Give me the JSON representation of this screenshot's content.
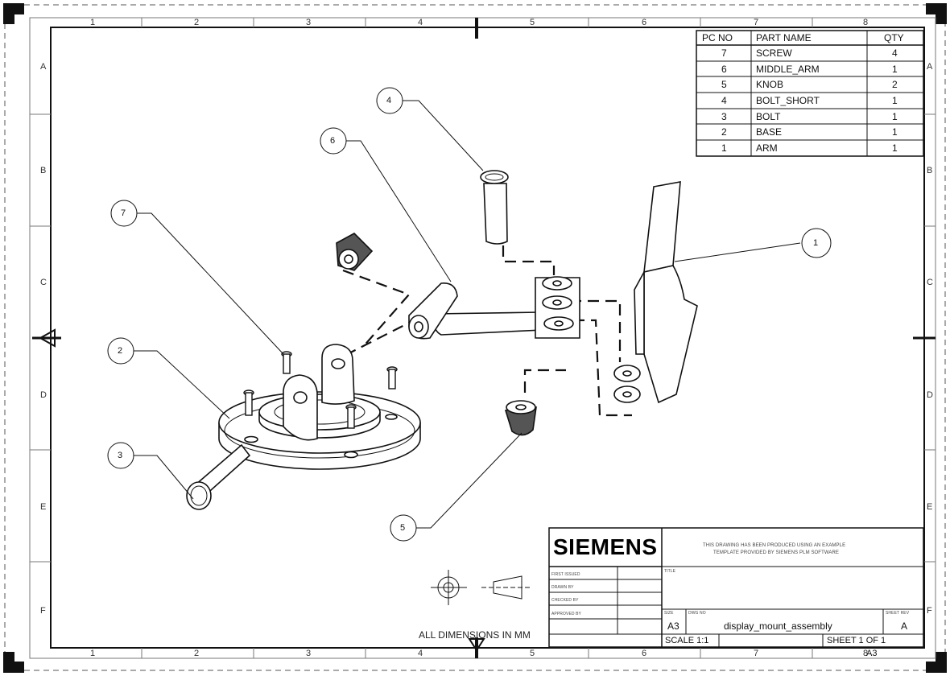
{
  "zones": {
    "columns": [
      "1",
      "2",
      "3",
      "4",
      "5",
      "6",
      "7",
      "8"
    ],
    "rows": [
      "A",
      "B",
      "C",
      "D",
      "E",
      "F"
    ]
  },
  "bom": {
    "headers": {
      "pc_no": "PC NO",
      "part_name": "PART NAME",
      "qty": "QTY"
    },
    "rows": [
      {
        "pc_no": "7",
        "part_name": "SCREW",
        "qty": "4"
      },
      {
        "pc_no": "6",
        "part_name": "MIDDLE_ARM",
        "qty": "1"
      },
      {
        "pc_no": "5",
        "part_name": "KNOB",
        "qty": "2"
      },
      {
        "pc_no": "4",
        "part_name": "BOLT_SHORT",
        "qty": "1"
      },
      {
        "pc_no": "3",
        "part_name": "BOLT",
        "qty": "1"
      },
      {
        "pc_no": "2",
        "part_name": "BASE",
        "qty": "1"
      },
      {
        "pc_no": "1",
        "part_name": "ARM",
        "qty": "1"
      }
    ]
  },
  "balloons": [
    "1",
    "2",
    "3",
    "4",
    "5",
    "6",
    "7"
  ],
  "notes": {
    "dimensions": "ALL DIMENSIONS IN MM"
  },
  "title_block": {
    "logo": "SIEMENS",
    "disclaimer_line1": "THIS DRAWING HAS BEEN PRODUCED USING AN EXAMPLE",
    "disclaimer_line2": "TEMPLATE PROVIDED BY SIEMENS PLM SOFTWARE",
    "first_issued_label": "FIRST ISSUED",
    "drawn_by_label": "DRAWN BY",
    "checked_by_label": "CHECKED BY",
    "approved_by_label": "APPROVED BY",
    "title_label": "TITLE",
    "size_label": "SIZE",
    "dwg_no_label": "DWG NO",
    "sheet_rev_label": "SHEET REV",
    "size": "A3",
    "dwg_no": "display_mount_assembly",
    "rev": "A",
    "scale": "SCALE 1:1",
    "sheet": "SHEET 1 OF 1",
    "sheet_size": "A3"
  }
}
